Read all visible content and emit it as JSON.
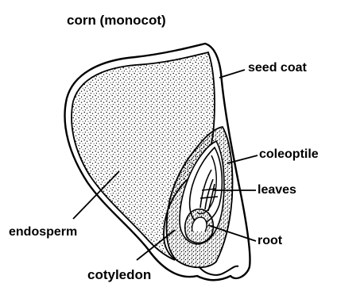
{
  "diagram": {
    "title": "corn (monocot)",
    "labels": {
      "seed_coat": "seed coat",
      "coleoptile": "coleoptile",
      "leaves": "leaves",
      "endosperm": "endosperm",
      "root": "root",
      "cotyledon": "cotyledon"
    }
  }
}
